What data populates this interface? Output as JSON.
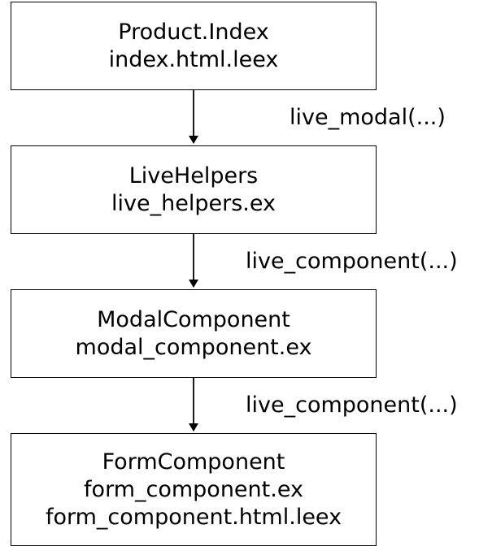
{
  "nodes": [
    {
      "lines": [
        "Product.Index",
        "index.html.leex"
      ]
    },
    {
      "lines": [
        "LiveHelpers",
        "live_helpers.ex"
      ]
    },
    {
      "lines": [
        "ModalComponent",
        "modal_component.ex"
      ]
    },
    {
      "lines": [
        "FormComponent",
        "form_component.ex",
        "form_component.html.leex"
      ]
    }
  ],
  "edges": [
    {
      "from": 0,
      "to": 1,
      "label": "live_modal(...)"
    },
    {
      "from": 1,
      "to": 2,
      "label": "live_component(...)"
    },
    {
      "from": 2,
      "to": 3,
      "label": "live_component(...)"
    }
  ]
}
